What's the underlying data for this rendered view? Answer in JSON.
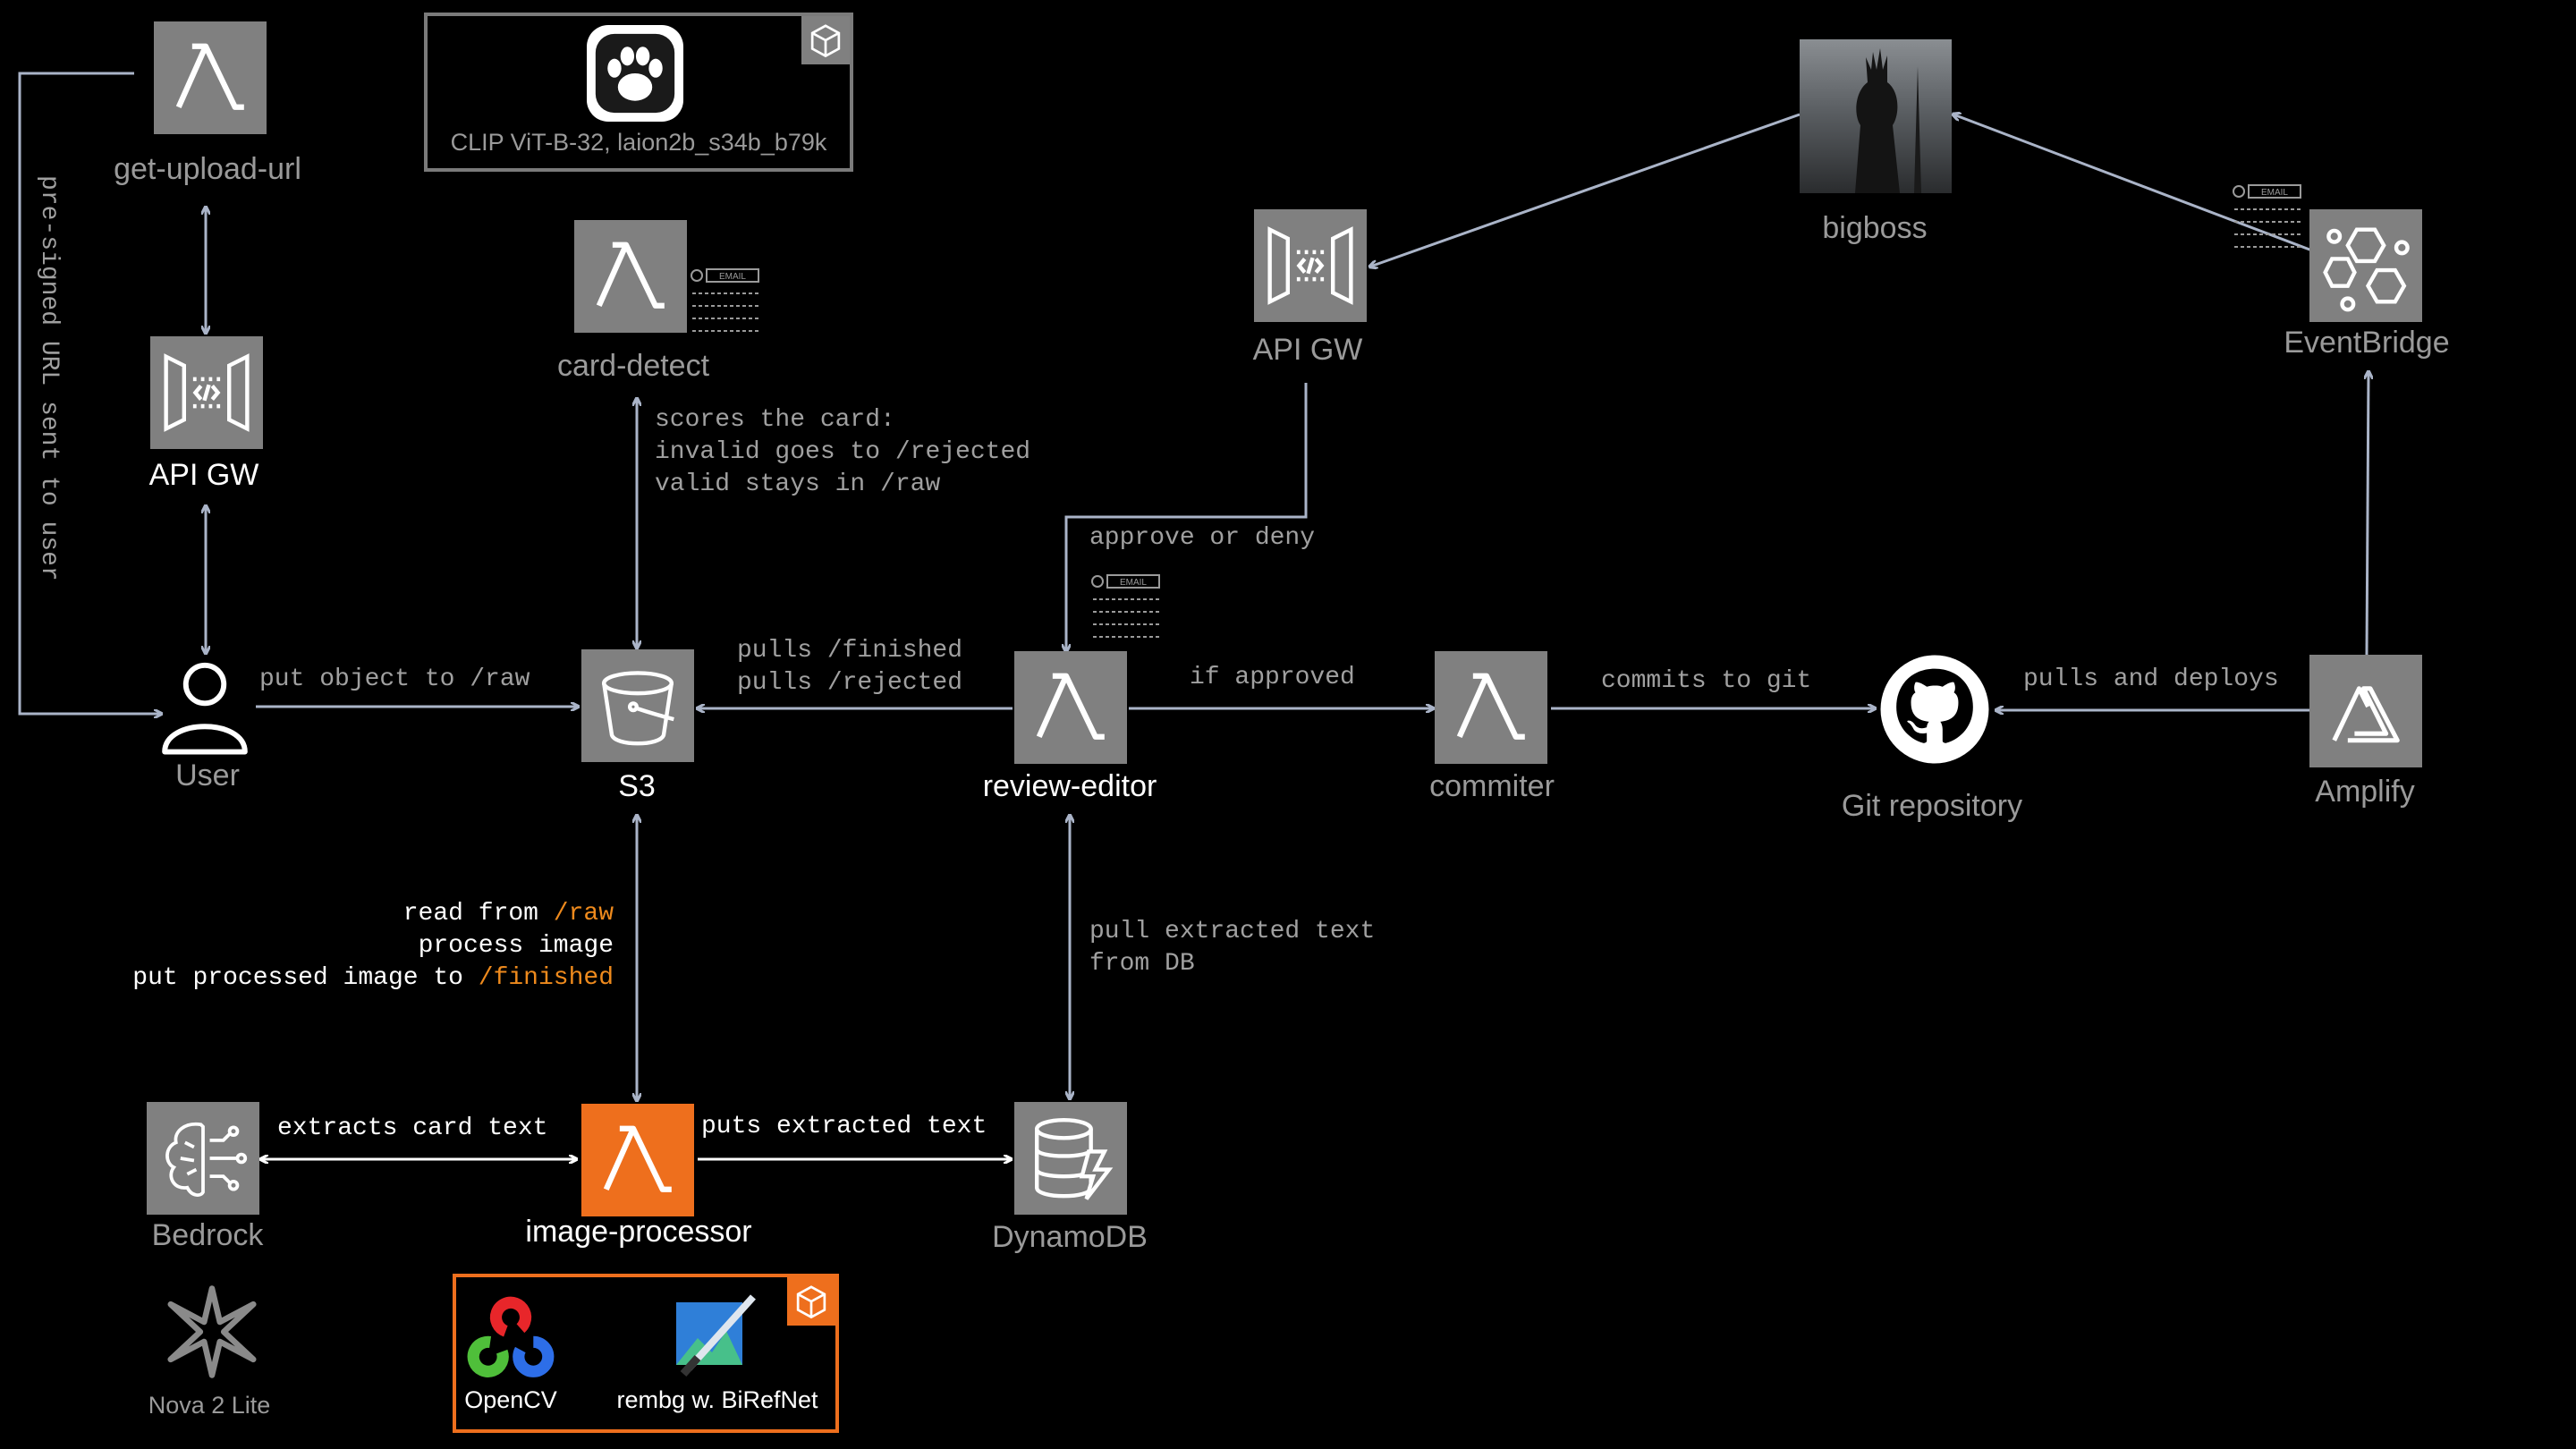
{
  "nodes": {
    "get_upload_url": "get-upload-url",
    "api_gw_left": "API GW",
    "user": "User",
    "clip_model": "CLIP ViT-B-32, laion2b_s34b_b79k",
    "card_detect": "card-detect",
    "s3": "S3",
    "review_editor": "review-editor",
    "api_gw_right": "API GW",
    "bigboss": "bigboss",
    "eventbridge": "EventBridge",
    "commiter": "commiter",
    "git_repo": "Git repository",
    "amplify": "Amplify",
    "bedrock": "Bedrock",
    "nova": "Nova 2 Lite",
    "image_processor": "image-processor",
    "dynamodb": "DynamoDB",
    "opencv": "OpenCV",
    "rembg": "rembg w. BiRefNet"
  },
  "edges": {
    "presigned": "pre-signed URL sent to user",
    "put_object": "put object to /raw",
    "scores_1": "scores the card:",
    "scores_2": "invalid goes to /rejected",
    "scores_3": "valid stays in /raw",
    "approve_deny": "approve or deny",
    "pulls_finished": "pulls /finished",
    "pulls_rejected": "pulls /rejected",
    "if_approved": "if approved",
    "commits": "commits to git",
    "pulls_deploys": "pulls and deploys",
    "read_from": "read from ",
    "read_path": "/raw",
    "process_image": "process image",
    "put_processed": "put processed image to ",
    "put_path": "/finished",
    "pull_text_1": "pull extracted text",
    "pull_text_2": "from DB",
    "extracts": "extracts card text",
    "puts_text": "puts extracted text"
  },
  "badges": {
    "email": "EMAIL"
  },
  "colors": {
    "background": "#000000",
    "service_tile": "#808080",
    "lambda_active": "#ee6f1d",
    "edge": "#aab4c8",
    "edge_white": "#ffffff",
    "label_dim": "#9a9a9a",
    "path_highlight": "#ee8a1d"
  },
  "icons": {
    "lambda": "lambda-icon",
    "api_gateway": "api-gateway-icon",
    "s3": "s3-bucket-icon",
    "dynamodb": "dynamodb-icon",
    "bedrock": "bedrock-brain-icon",
    "eventbridge": "eventbridge-icon",
    "amplify": "amplify-icon",
    "github": "github-icon",
    "user": "user-icon",
    "paw": "paw-icon",
    "nova": "nova-star-icon",
    "container": "container-icon",
    "email": "email-badge-icon"
  }
}
